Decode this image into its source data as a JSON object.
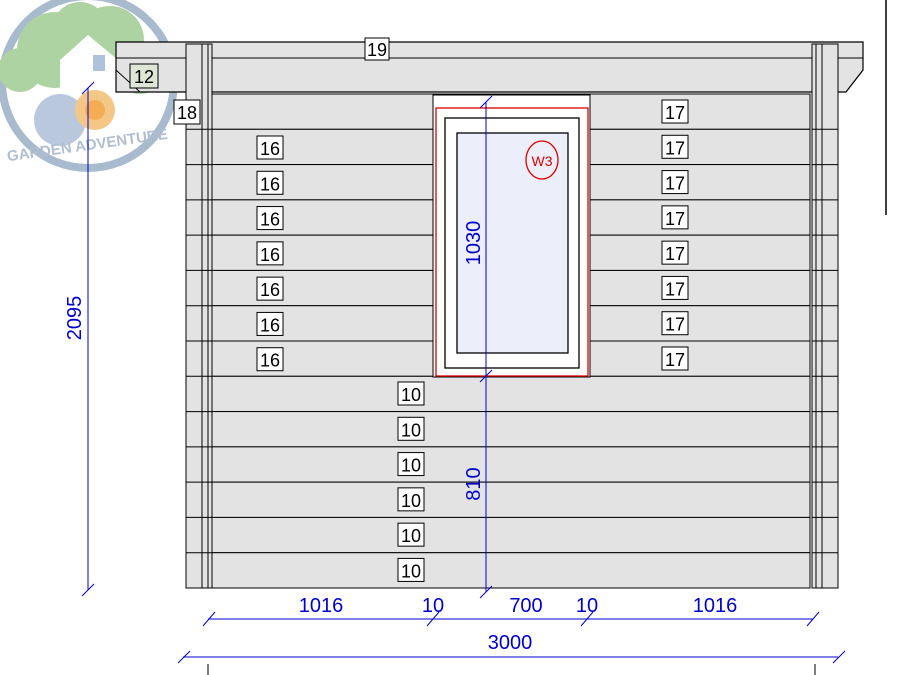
{
  "logo": {
    "text": "GARDEN ADVENTURE"
  },
  "board_labels": {
    "top": "19",
    "roof_side": "12",
    "left_top": "18",
    "left_column": [
      "16",
      "16",
      "16",
      "16",
      "16",
      "16",
      "16"
    ],
    "right_column": [
      "17",
      "17",
      "17",
      "17",
      "17",
      "17",
      "17",
      "17"
    ],
    "lower_column": [
      "10",
      "10",
      "10",
      "10",
      "10",
      "10"
    ]
  },
  "window": {
    "tag": "W3"
  },
  "dimensions": {
    "total_height": "2095",
    "window_height": "1030",
    "sill_height": "810",
    "left_width": "1016",
    "gap_left": "10",
    "window_width": "700",
    "gap_right": "10",
    "right_width": "1016",
    "total_width": "3000"
  },
  "colors": {
    "board_fill": "#e3e3e3",
    "line": "#000000",
    "dimension": "#0000cc",
    "window_frame": "#dd0000",
    "glass": "#eceefa"
  }
}
